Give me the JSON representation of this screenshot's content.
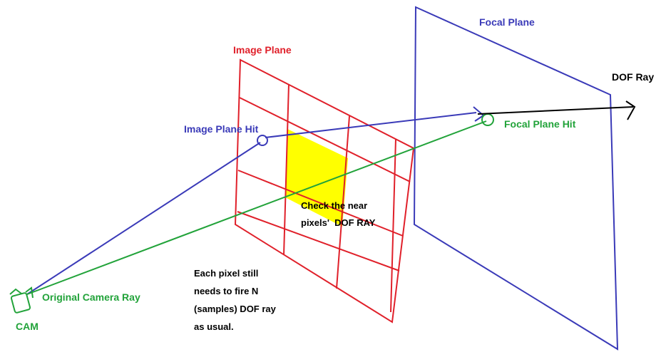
{
  "labels": {
    "image_plane": "Image Plane",
    "focal_plane": "Focal Plane",
    "dof_ray": "DOF Ray",
    "image_plane_hit": "Image Plane Hit",
    "focal_plane_hit": "Focal Plane Hit",
    "original_camera_ray": "Original Camera Ray",
    "cam": "CAM",
    "check_near": [
      "Check the near",
      "pixels'  DOF RAY"
    ],
    "note": [
      "Each pixel still",
      "needs to fire N",
      "(samples) DOF ray",
      "as usual."
    ]
  },
  "colors": {
    "image_plane": "#e0202a",
    "focal_plane": "#3a3ab8",
    "camera_ray": "#22a33a",
    "dof_ray": "#000000",
    "highlight": "#ffff00"
  }
}
